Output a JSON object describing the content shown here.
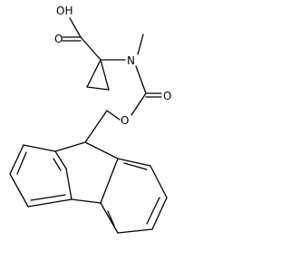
{
  "molecule": {
    "atoms": {
      "oh": "OH",
      "carbonyl_o_acid": "O",
      "nitrogen": "N",
      "carbonyl_o_carbamate": "O",
      "ester_o": "O"
    },
    "colors": {
      "bond": "#000000",
      "label": "#000000",
      "background": "#ffffff"
    }
  }
}
